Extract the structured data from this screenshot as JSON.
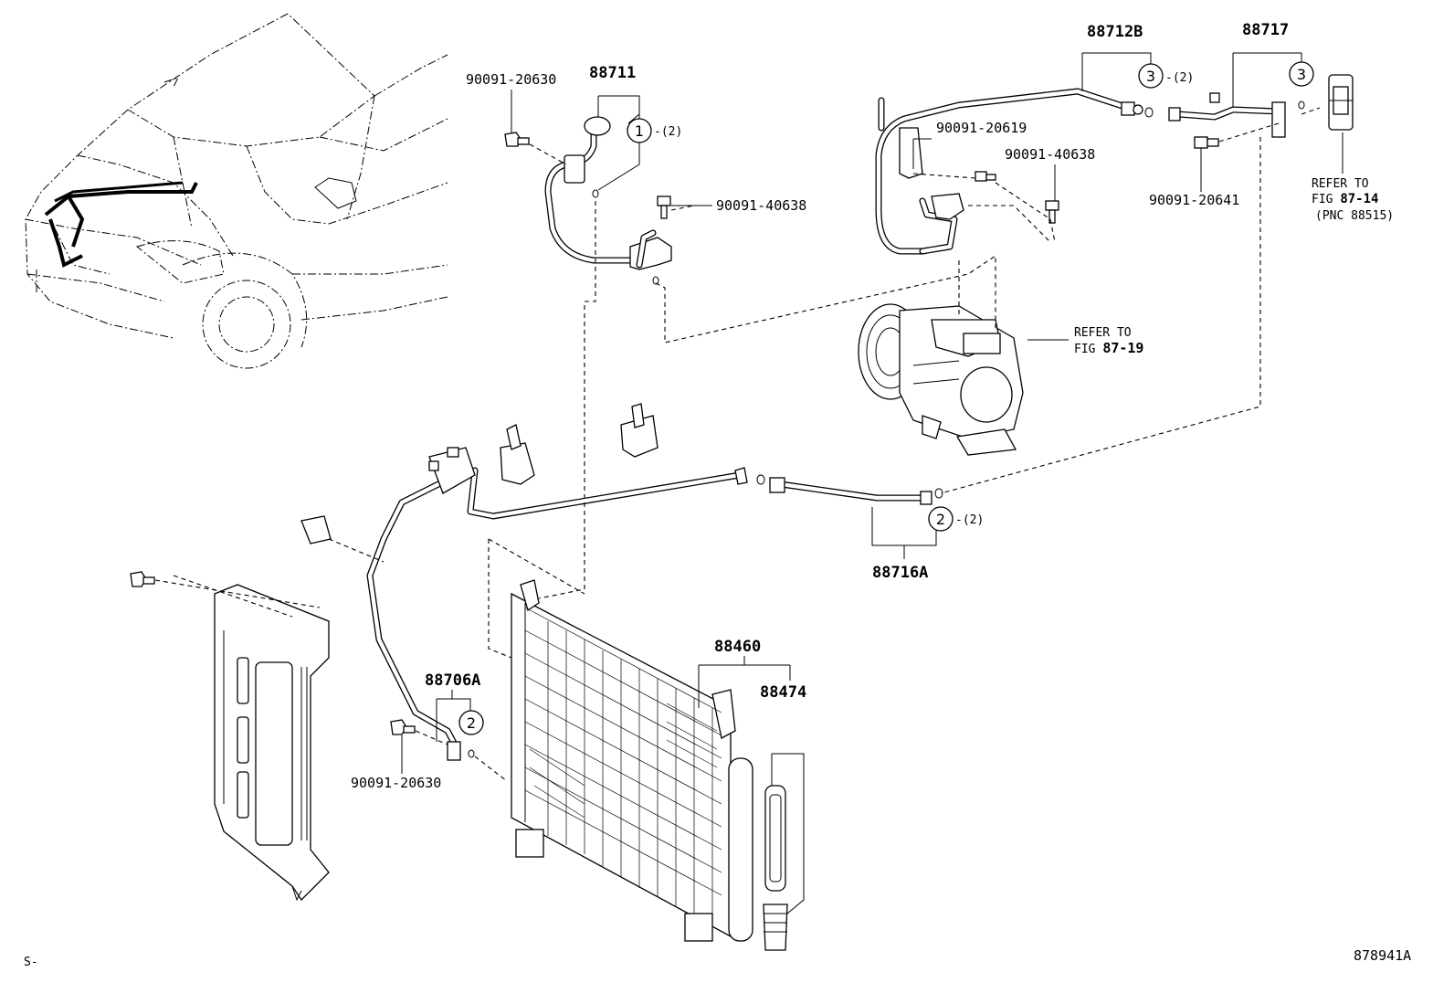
{
  "labels": {
    "bolt_20630_top": "90091-20630",
    "bolt_20630_bottom": "90091-20630",
    "bolt_40638_a": "90091-40638",
    "bolt_40638_b": "90091-40638",
    "bolt_20619": "90091-20619",
    "bolt_20641": "90091-20641",
    "hose_88711": "88711",
    "pipe_88712b": "88712B",
    "pipe_88717": "88717",
    "pipe_88716a": "88716A",
    "pipe_88706a": "88706A",
    "condenser_88460": "88460",
    "dryer_88474": "88474",
    "qty_1": "-(2)",
    "qty_2a": "-(2)",
    "qty_3": "-(2)",
    "footer_left": "S-",
    "footer_right": "878941A"
  },
  "refer_compressor": {
    "line1": "REFER TO",
    "line2_prefix": "FIG ",
    "line2_fig": "87-19"
  },
  "refer_valve": {
    "line1": "REFER TO",
    "line2_prefix": "FIG ",
    "line2_fig": "87-14",
    "line3": "(PNC 88515)"
  },
  "callouts": {
    "c1": "1",
    "c2_pipe": "2",
    "c2_lower": "2",
    "c3_a": "3",
    "c3_b": "3"
  }
}
